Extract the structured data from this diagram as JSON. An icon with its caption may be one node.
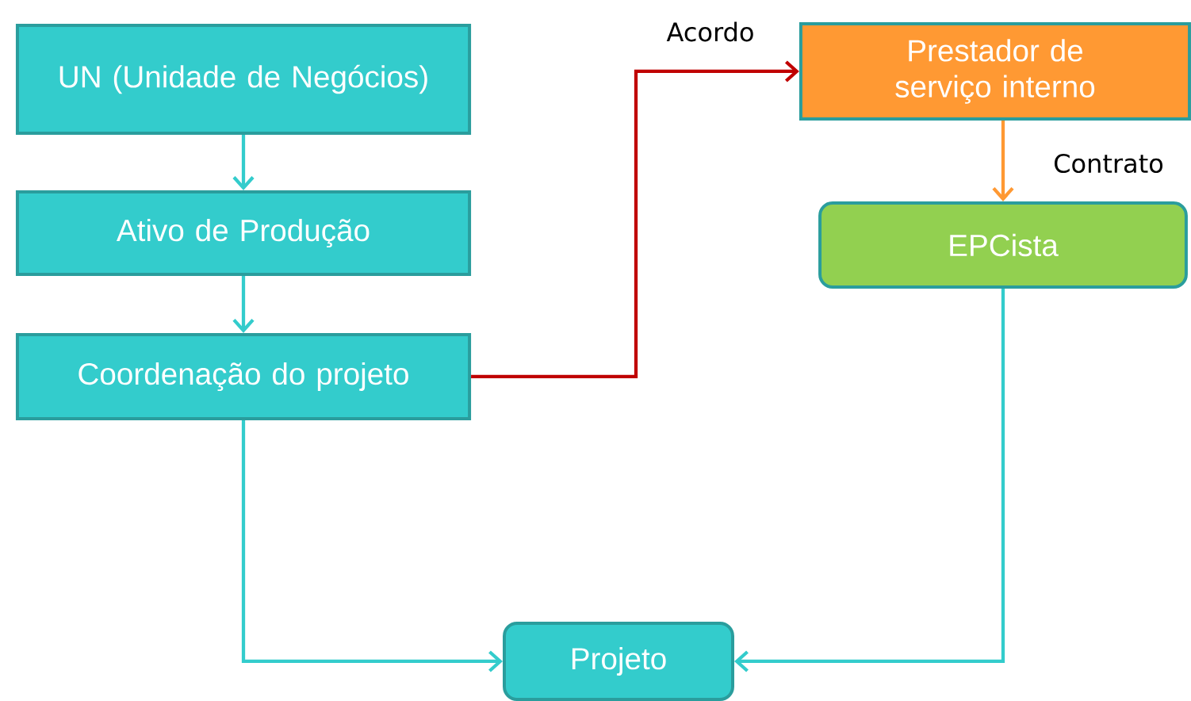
{
  "diagram": {
    "nodes": [
      {
        "text": [
          "UN (Unidade de Negócios)"
        ]
      },
      {
        "text": [
          "Ativo de Produção"
        ]
      },
      {
        "text": [
          "Coordenação do projeto"
        ]
      },
      {
        "text": [
          "Prestador de serviço interno"
        ]
      },
      {
        "text": [
          "EPCista"
        ]
      },
      {
        "text": [
          "Projeto"
        ]
      }
    ],
    "edges": [
      {
        "from": 0,
        "to": 1,
        "arrow": "to"
      },
      {
        "from": 1,
        "to": 2,
        "arrow": "to"
      },
      {
        "from": 2,
        "to": 3,
        "arrow": "to",
        "label": "Acordo",
        "color": "#c00000"
      },
      {
        "from": 3,
        "to": 4,
        "arrow": "to",
        "label": "Contrato",
        "color": "#ff9933"
      },
      {
        "from": 2,
        "to": 5,
        "arrow": "to"
      },
      {
        "from": 4,
        "to": 5,
        "arrow": "to"
      }
    ]
  }
}
